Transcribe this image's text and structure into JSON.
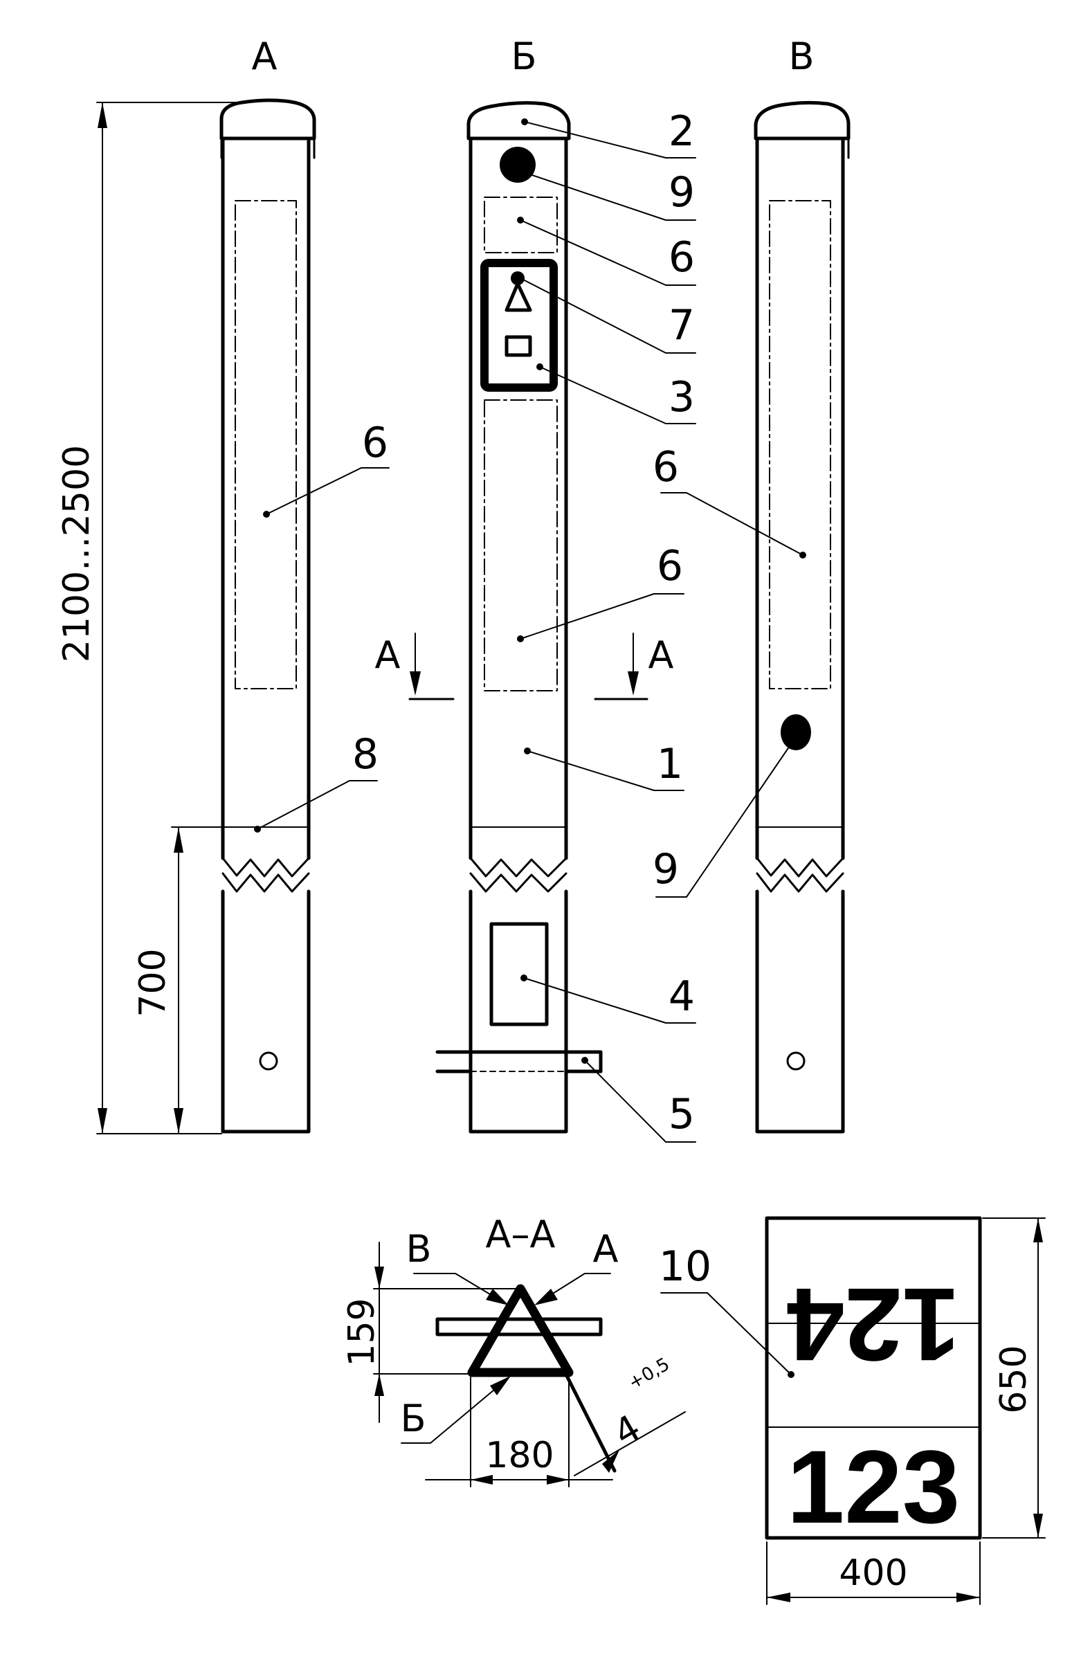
{
  "views": {
    "a": "А",
    "b": "Б",
    "v": "В"
  },
  "dimensions": {
    "height_range": "2100...2500",
    "embed_depth": "700",
    "section_height": "159",
    "section_width": "180",
    "wall_thickness": "4",
    "wall_tolerance": "+0,5",
    "plate_height": "650",
    "plate_width": "400"
  },
  "callouts": {
    "a_6": "6",
    "a_8": "8",
    "b_2": "2",
    "b_9": "9",
    "b_6_top": "6",
    "b_7": "7",
    "b_3": "3",
    "b_6_mid": "6",
    "b_1": "1",
    "b_4": "4",
    "b_5": "5",
    "v_6": "6",
    "v_9": "9",
    "plate_10": "10"
  },
  "section": {
    "title": "А–А",
    "cut_label_left": "А",
    "cut_label_right": "А",
    "face_v": "В",
    "face_a": "А",
    "face_b": "Б"
  },
  "plate": {
    "top_number": "124",
    "bottom_number": "123"
  }
}
